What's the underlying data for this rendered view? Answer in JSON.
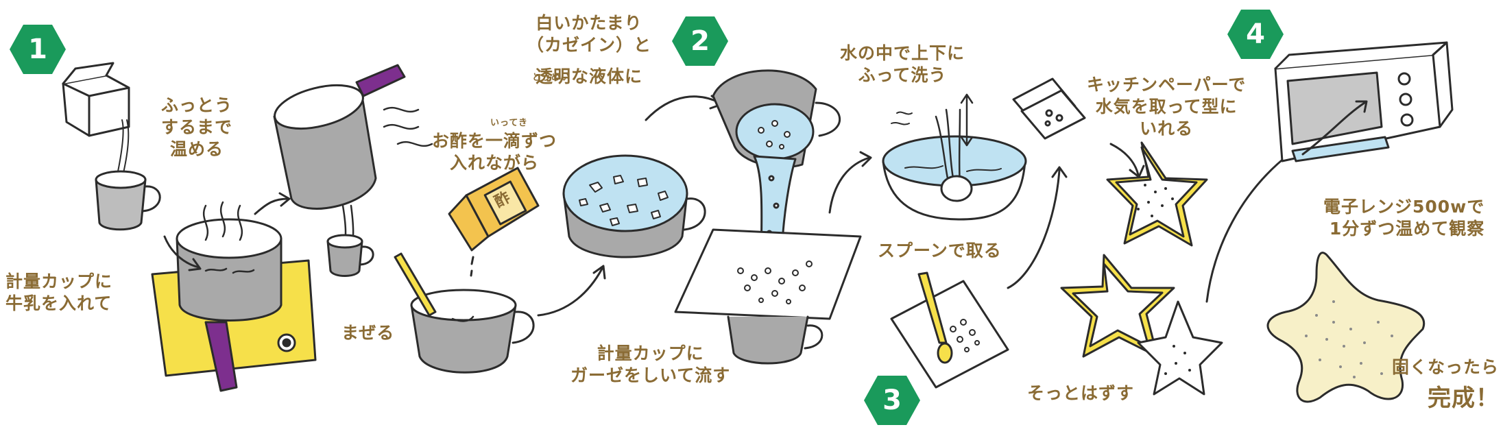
{
  "colors": {
    "step_badge": "#1a9a5b",
    "text": "#8a6b34",
    "outline": "#2b2b2b",
    "pot_gray": "#a9a9a9",
    "handle_purple": "#7d2f8e",
    "stove_yellow": "#f6e04a",
    "water_blue": "#bfe2f2",
    "milk_white": "#ffffff",
    "mold_yellow": "#f6e04a",
    "result_cream": "#f7f0c8"
  },
  "steps": [
    {
      "number": "1"
    },
    {
      "number": "2"
    },
    {
      "number": "3"
    },
    {
      "number": "4"
    }
  ],
  "labels": {
    "milk_in_cup": [
      "計量カップに",
      "牛乳を入れて"
    ],
    "heat_until_boil": [
      "ふっとう",
      "するまで",
      "温める"
    ],
    "vinegar_drop": [
      "お酢を一滴ずつ",
      "入れながら"
    ],
    "vinegar_ruby": "いってき",
    "stir": "まぜる",
    "curds": [
      "白いかたまり",
      "（カゼイン）と",
      "透明な液体に"
    ],
    "curds_ruby": "とうめい",
    "gauze": [
      "計量カップに",
      "ガーゼをしいて流す"
    ],
    "wash": [
      "水の中で上下に",
      "ふって洗う"
    ],
    "spoon": "スプーンで取る",
    "paper_towel": [
      "キッチンペーパーで",
      "水気を取って型に",
      "いれる"
    ],
    "remove_mold": "そっとはずす",
    "microwave": [
      "電子レンジ500wで",
      "1分ずつ温めて観察"
    ],
    "done_1": "固くなったら",
    "done_2": "完成！",
    "bottle_label": "酢"
  }
}
